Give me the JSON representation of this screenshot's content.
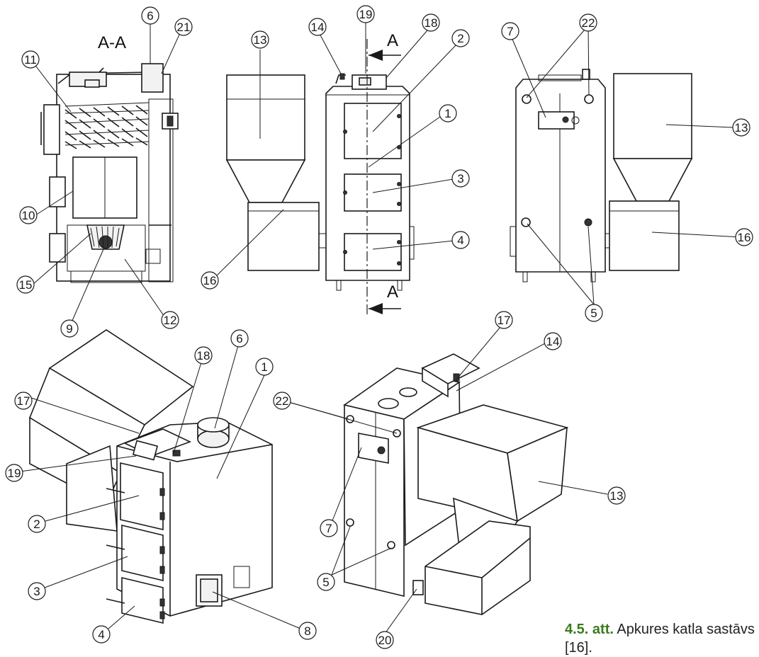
{
  "section_marker": "A",
  "section_view_label": "A-A",
  "caption": {
    "label": "4.5. att.",
    "text": " Apkures katla sastāvs [16]."
  },
  "callouts": {
    "c1": "1",
    "c2": "2",
    "c3": "3",
    "c4": "4",
    "c5": "5",
    "c6": "6",
    "c7": "7",
    "c8": "8",
    "c9": "9",
    "c10": "10",
    "c11": "11",
    "c12": "12",
    "c13": "13",
    "c14": "14",
    "c15": "15",
    "c16": "16",
    "c17": "17",
    "c18": "18",
    "c19": "19",
    "c20": "20",
    "c21": "21",
    "c22": "22"
  },
  "colors": {
    "line": "#1a1a1a",
    "caption_label": "#3c7a1e"
  }
}
